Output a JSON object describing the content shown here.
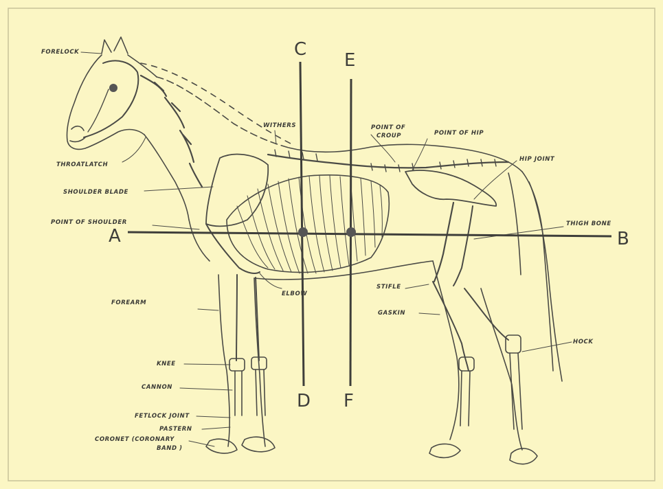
{
  "axes": {
    "a": "A",
    "b": "B",
    "c": "C",
    "d": "D",
    "e": "E",
    "f": "F"
  },
  "labels": {
    "forelock": "FORELOCK",
    "throatlatch": "THROATLATCH",
    "shoulder_blade": "SHOULDER BLADE",
    "point_of_shoulder": "POINT OF SHOULDER",
    "withers": "WITHERS",
    "point_of_croup_1": "POINT OF",
    "point_of_croup_2": "CROUP",
    "point_of_hip": "POINT OF HIP",
    "hip_joint": "HIP JOINT",
    "thigh_bone": "THIGH BONE",
    "elbow": "ELBOW",
    "forearm": "FOREARM",
    "stifle": "STIFLE",
    "gaskin": "GASKIN",
    "hock": "HOCK",
    "knee": "KNEE",
    "cannon": "CANNON",
    "fetlock_joint": "FETLOCK JOINT",
    "pastern": "PASTERN",
    "coronet_1": "CORONET (CORONARY",
    "coronet_2": "BAND       )"
  },
  "colors": {
    "paper": "#fbf6c4",
    "ink": "#4a4a45",
    "axis": "#3e3e3a"
  }
}
